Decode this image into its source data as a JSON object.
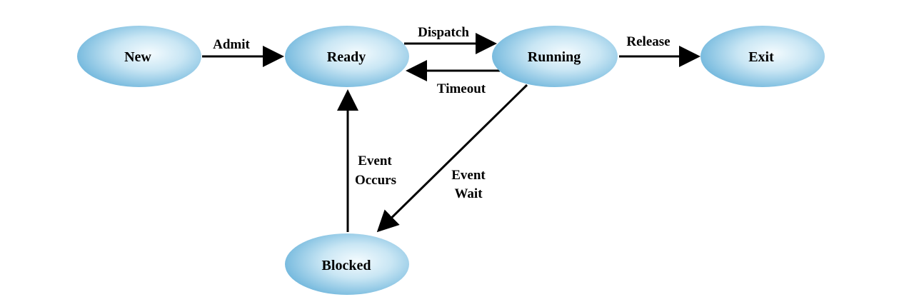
{
  "colors": {
    "state_center": "#f4fbfe",
    "state_edge": "#6fb6dc",
    "line": "#000000"
  },
  "states": {
    "new": "New",
    "ready": "Ready",
    "running": "Running",
    "exit": "Exit",
    "blocked": "Blocked"
  },
  "transitions": {
    "admit": "Admit",
    "dispatch": "Dispatch",
    "timeout": "Timeout",
    "release": "Release",
    "event_occurs": [
      "Event",
      "Occurs"
    ],
    "event_wait": [
      "Event",
      "Wait"
    ]
  }
}
